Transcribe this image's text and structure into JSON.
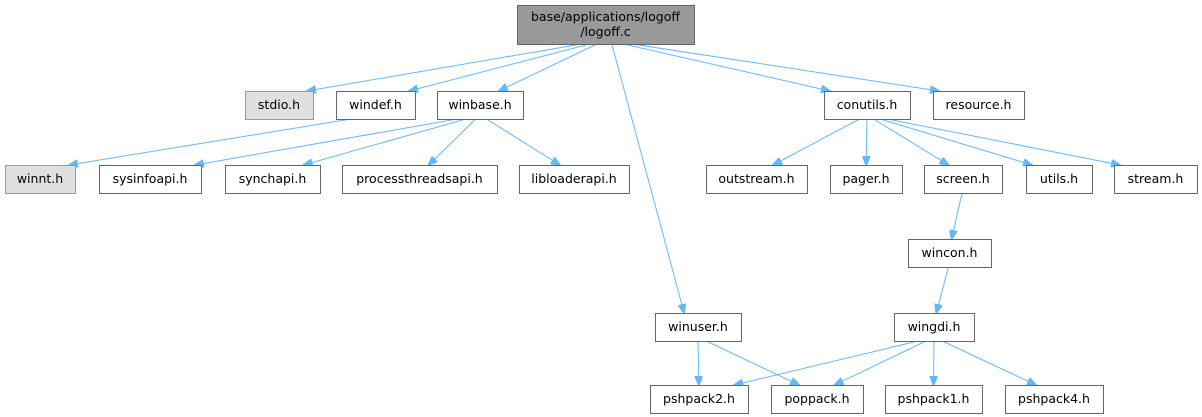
{
  "diagram": {
    "edge_color": "#63b8ff",
    "nodes": [
      {
        "id": "root",
        "lines": [
          "base/applications/logoff",
          "/logoff.c"
        ],
        "style": "root"
      },
      {
        "id": "stdio",
        "lines": [
          "stdio.h"
        ],
        "style": "ext"
      },
      {
        "id": "windef",
        "lines": [
          "windef.h"
        ],
        "style": "doc"
      },
      {
        "id": "winbase",
        "lines": [
          "winbase.h"
        ],
        "style": "doc"
      },
      {
        "id": "conutils",
        "lines": [
          "conutils.h"
        ],
        "style": "doc"
      },
      {
        "id": "resource",
        "lines": [
          "resource.h"
        ],
        "style": "doc"
      },
      {
        "id": "winnt",
        "lines": [
          "winnt.h"
        ],
        "style": "ext"
      },
      {
        "id": "sysinfoapi",
        "lines": [
          "sysinfoapi.h"
        ],
        "style": "doc"
      },
      {
        "id": "synchapi",
        "lines": [
          "synchapi.h"
        ],
        "style": "doc"
      },
      {
        "id": "processthreadsapi",
        "lines": [
          "processthreadsapi.h"
        ],
        "style": "doc"
      },
      {
        "id": "libloaderapi",
        "lines": [
          "libloaderapi.h"
        ],
        "style": "doc"
      },
      {
        "id": "outstream",
        "lines": [
          "outstream.h"
        ],
        "style": "doc"
      },
      {
        "id": "pager",
        "lines": [
          "pager.h"
        ],
        "style": "doc"
      },
      {
        "id": "screen",
        "lines": [
          "screen.h"
        ],
        "style": "doc"
      },
      {
        "id": "utils",
        "lines": [
          "utils.h"
        ],
        "style": "doc"
      },
      {
        "id": "stream",
        "lines": [
          "stream.h"
        ],
        "style": "doc"
      },
      {
        "id": "wincon",
        "lines": [
          "wincon.h"
        ],
        "style": "doc"
      },
      {
        "id": "winuser",
        "lines": [
          "winuser.h"
        ],
        "style": "doc"
      },
      {
        "id": "wingdi",
        "lines": [
          "wingdi.h"
        ],
        "style": "doc"
      },
      {
        "id": "pshpack2",
        "lines": [
          "pshpack2.h"
        ],
        "style": "doc"
      },
      {
        "id": "poppack",
        "lines": [
          "poppack.h"
        ],
        "style": "doc"
      },
      {
        "id": "pshpack1",
        "lines": [
          "pshpack1.h"
        ],
        "style": "doc"
      },
      {
        "id": "pshpack4",
        "lines": [
          "pshpack4.h"
        ],
        "style": "doc"
      }
    ],
    "edges": [
      {
        "from": "root",
        "to": "stdio"
      },
      {
        "from": "root",
        "to": "windef"
      },
      {
        "from": "root",
        "to": "winbase"
      },
      {
        "from": "root",
        "to": "winuser"
      },
      {
        "from": "root",
        "to": "conutils"
      },
      {
        "from": "root",
        "to": "resource"
      },
      {
        "from": "windef",
        "to": "winnt"
      },
      {
        "from": "winbase",
        "to": "sysinfoapi"
      },
      {
        "from": "winbase",
        "to": "synchapi"
      },
      {
        "from": "winbase",
        "to": "processthreadsapi"
      },
      {
        "from": "winbase",
        "to": "libloaderapi"
      },
      {
        "from": "conutils",
        "to": "outstream"
      },
      {
        "from": "conutils",
        "to": "pager"
      },
      {
        "from": "conutils",
        "to": "screen"
      },
      {
        "from": "conutils",
        "to": "utils"
      },
      {
        "from": "conutils",
        "to": "stream"
      },
      {
        "from": "screen",
        "to": "wincon"
      },
      {
        "from": "wincon",
        "to": "wingdi"
      },
      {
        "from": "winuser",
        "to": "pshpack2"
      },
      {
        "from": "winuser",
        "to": "poppack"
      },
      {
        "from": "wingdi",
        "to": "pshpack2"
      },
      {
        "from": "wingdi",
        "to": "poppack"
      },
      {
        "from": "wingdi",
        "to": "pshpack1"
      },
      {
        "from": "wingdi",
        "to": "pshpack4"
      }
    ]
  }
}
